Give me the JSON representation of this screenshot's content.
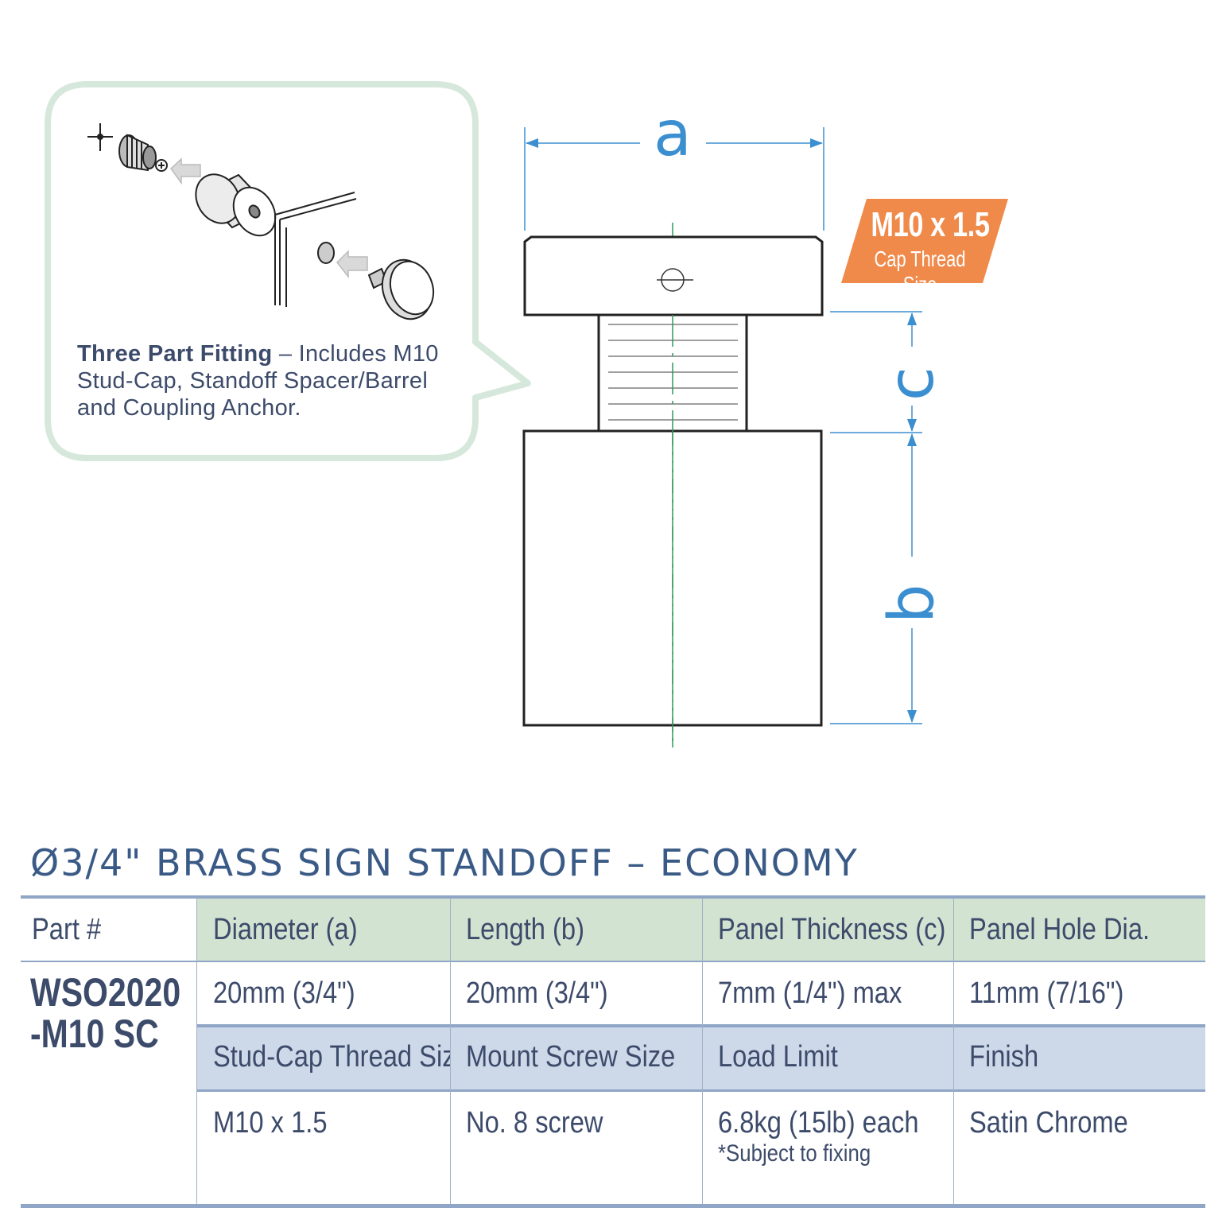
{
  "callout": {
    "title": "Three Part Fitting",
    "dash": " – ",
    "text": "Includes M10 Stud-Cap, Standoff Spacer/Barrel and Coupling Anchor."
  },
  "drawing": {
    "dim_a": "a",
    "dim_b": "b",
    "dim_c": "c",
    "badge_main": "M10 x 1.5",
    "badge_sub": "Cap Thread Size",
    "badge_color": "#f08a4b",
    "dimension_color": "#3b8fd0"
  },
  "title": "Ø3/4\" BRASS SIGN STANDOFF – ECONOMY",
  "table": {
    "part_header": "Part #",
    "part_number_line1": "WSO2020",
    "part_number_line2": "-M10 SC",
    "header1": [
      "Diameter (a)",
      "Length (b)",
      "Panel Thickness (c)",
      "Panel Hole Dia."
    ],
    "row1": [
      "20mm (3/4\")",
      "20mm (3/4\")",
      "7mm (1/4\") max",
      "11mm (7/16\")"
    ],
    "header2": [
      "Stud-Cap Thread Size",
      "Mount Screw Size",
      "Load Limit",
      "Finish"
    ],
    "row2": [
      "M10 x 1.5",
      "No. 8 screw",
      "6.8kg (15lb) each",
      "Satin Chrome"
    ],
    "note": "*Subject to fixing",
    "header1_color": "#d2e3d2",
    "header2_color": "#cdd8e8"
  }
}
